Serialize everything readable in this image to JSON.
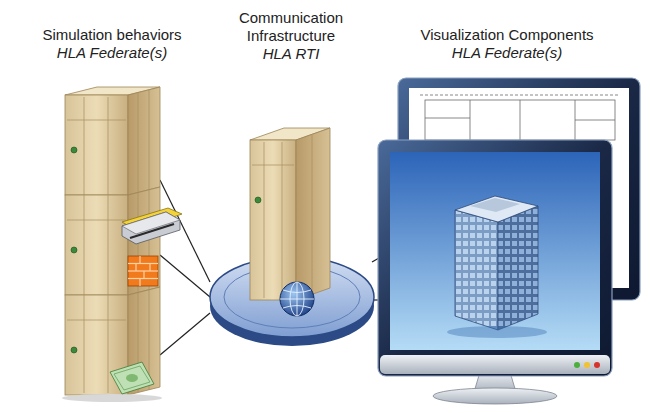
{
  "diagram": {
    "nodes": [
      {
        "text": [
          "Simulation behaviors",
          "HLA Federate(s)"
        ]
      },
      {
        "text": [
          "Communication Infrastructure",
          "HLA RTI"
        ]
      },
      {
        "text": [
          "Visualization Components",
          "HLA Federate(s)"
        ]
      }
    ],
    "edges": [
      {
        "from": 0,
        "to": 1,
        "arrow": "none"
      },
      {
        "from": 0,
        "to": 1,
        "arrow": "none"
      },
      {
        "from": 0,
        "to": 1,
        "arrow": "none"
      },
      {
        "from": 1,
        "to": 2,
        "arrow": "none"
      },
      {
        "from": 1,
        "to": 2,
        "arrow": "none"
      }
    ]
  }
}
